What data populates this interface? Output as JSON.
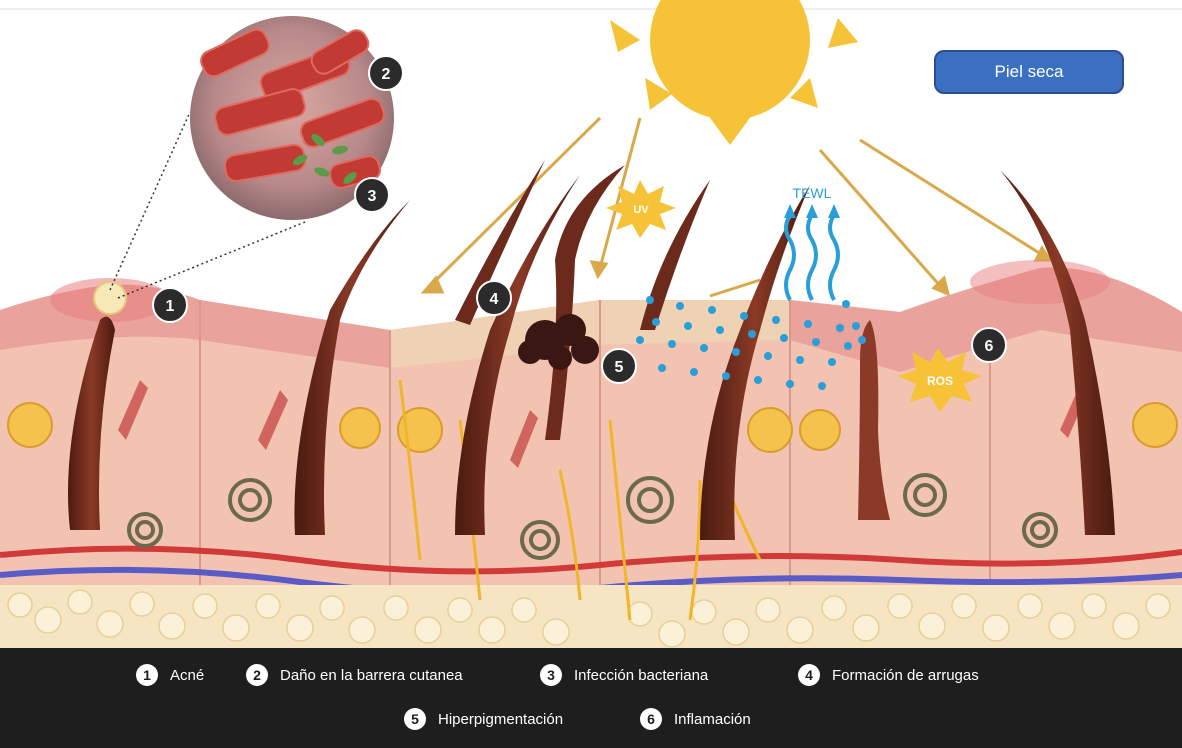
{
  "badge": {
    "label": "Piel seca"
  },
  "scene_labels": {
    "uv": "UV",
    "tewl": "TEWL",
    "ros": "ROS"
  },
  "markers": [
    {
      "n": "1"
    },
    {
      "n": "2"
    },
    {
      "n": "3"
    },
    {
      "n": "4"
    },
    {
      "n": "5"
    },
    {
      "n": "6"
    }
  ],
  "legend": {
    "items": [
      {
        "n": "1",
        "text": "Acné"
      },
      {
        "n": "2",
        "text": "Daño en la barrera cutanea"
      },
      {
        "n": "3",
        "text": "Infección bacteriana"
      },
      {
        "n": "4",
        "text": "Formación de arrugas"
      },
      {
        "n": "5",
        "text": "Hiperpigmentación"
      },
      {
        "n": "6",
        "text": "Inflamación"
      }
    ]
  },
  "colors": {
    "sun": "#f6c237",
    "skin_top": "#e9a39c",
    "dermis": "#f3c3b2",
    "fat": "#f6e5c2",
    "hair": "#6b2a1c",
    "tewl": "#2a9ed8",
    "legend_bg": "#1e1e1e",
    "button": "#3b6fc2"
  }
}
